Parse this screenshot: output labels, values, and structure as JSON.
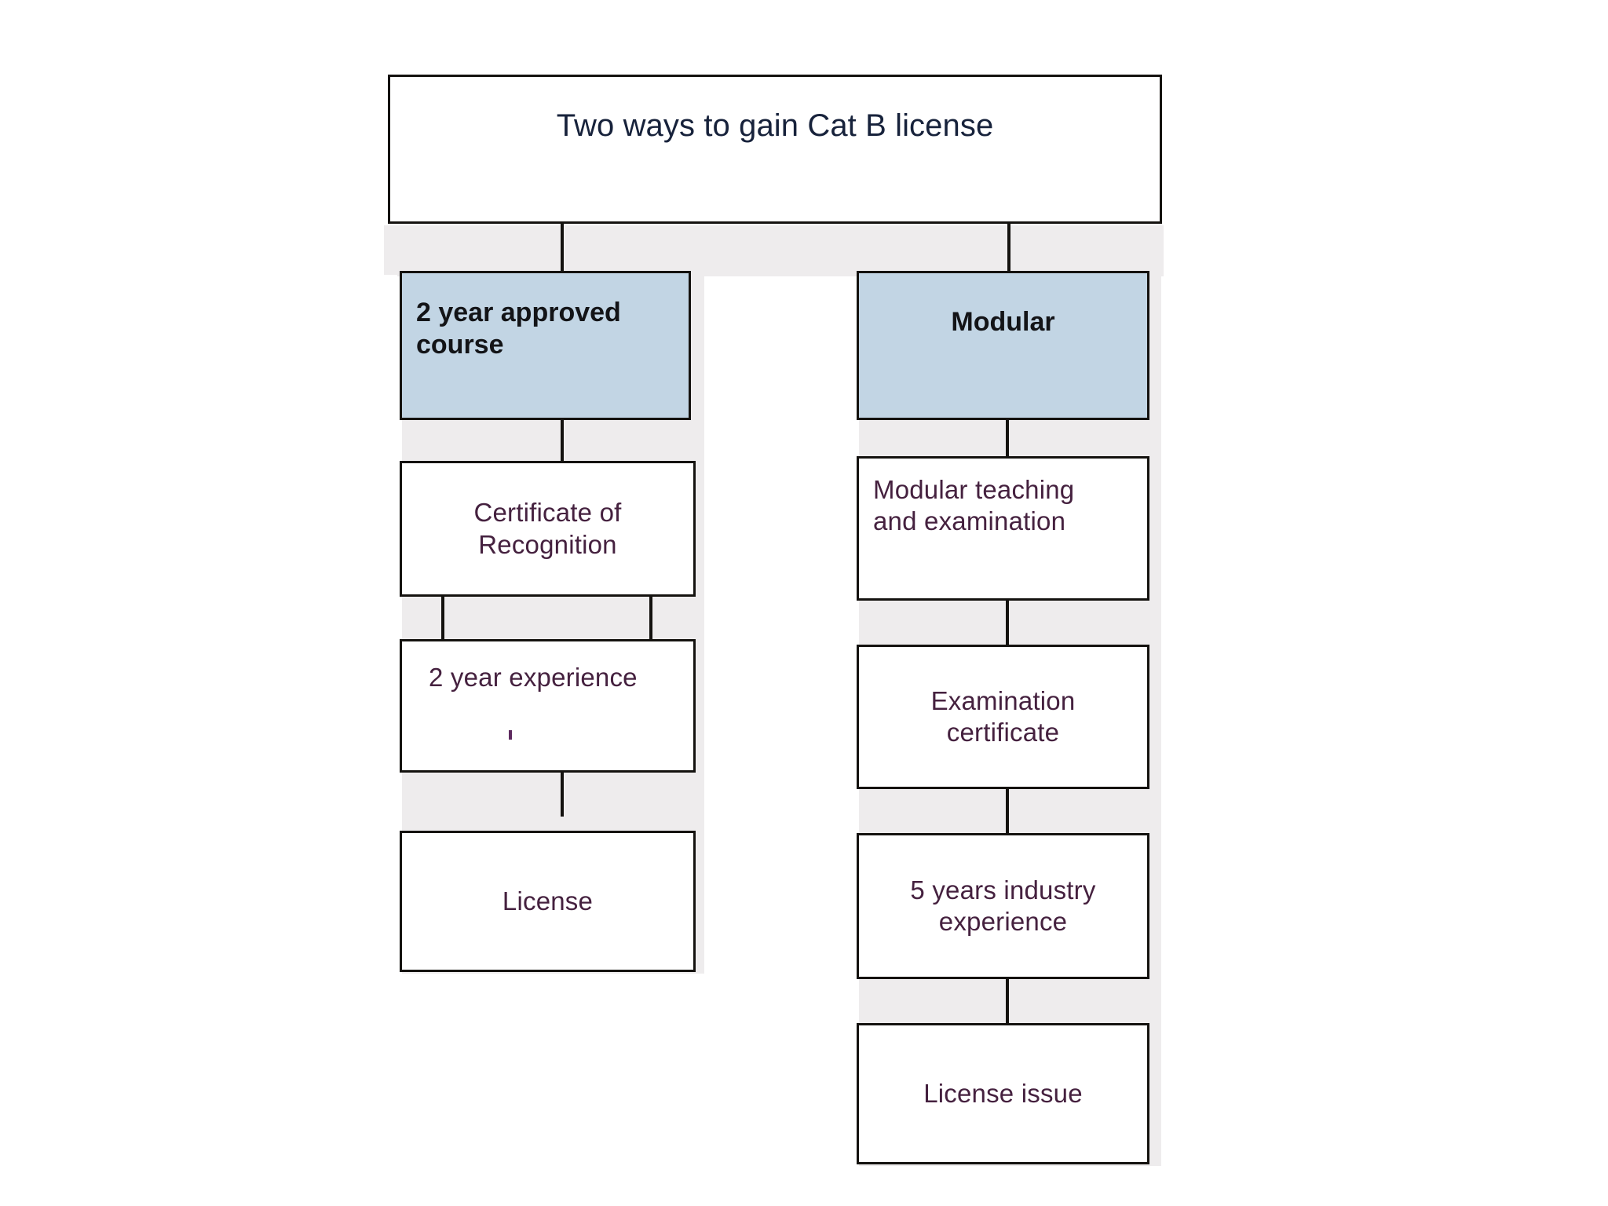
{
  "diagram": {
    "type": "flowchart",
    "title_node": {
      "label": "Two ways to gain Cat B license",
      "style": "white-box",
      "text_color": "#17223b"
    },
    "branches": [
      {
        "name": "approved-course-branch",
        "header": {
          "label": "2 year approved course",
          "style": "blue-box",
          "fill": "#c2d5e4",
          "bold": true,
          "align": "left"
        },
        "steps": [
          {
            "label": "Certificate of\nRecognition",
            "align": "center"
          },
          {
            "label": "2 year experience",
            "align": "left"
          },
          {
            "label": "License",
            "align": "center"
          }
        ]
      },
      {
        "name": "modular-branch",
        "header": {
          "label": "Modular",
          "style": "blue-box",
          "fill": "#c2d5e4",
          "bold": true,
          "align": "center"
        },
        "steps": [
          {
            "label": "Modular teaching\nand examination",
            "align": "left"
          },
          {
            "label": "Examination\ncertificate",
            "align": "center"
          },
          {
            "label": "5 years industry\nexperience",
            "align": "center"
          },
          {
            "label": "License issue",
            "align": "center"
          }
        ]
      }
    ],
    "colors": {
      "accent_blue": "#c2d5e4",
      "box_border": "#14120f",
      "shadow_gray": "#eeeced",
      "body_text": "#45213f",
      "title_text": "#17223b",
      "page_background": "#ffffff"
    }
  }
}
